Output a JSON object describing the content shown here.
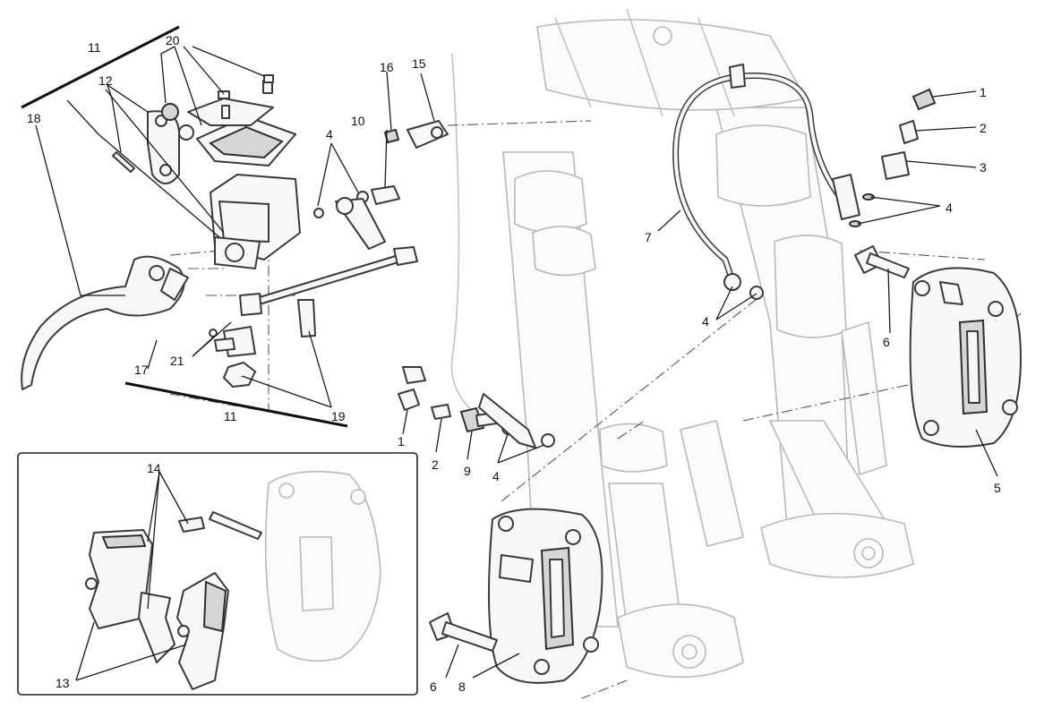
{
  "callouts": [
    {
      "id": "c11a",
      "text": "11"
    },
    {
      "id": "c20",
      "text": "20"
    },
    {
      "id": "c12",
      "text": "12"
    },
    {
      "id": "c18",
      "text": "18"
    },
    {
      "id": "c4a",
      "text": "4"
    },
    {
      "id": "c10",
      "text": "10"
    },
    {
      "id": "c16",
      "text": "16"
    },
    {
      "id": "c15",
      "text": "15"
    },
    {
      "id": "c17",
      "text": "17"
    },
    {
      "id": "c21",
      "text": "21"
    },
    {
      "id": "c11b",
      "text": "11"
    },
    {
      "id": "c19",
      "text": "19"
    },
    {
      "id": "c1a",
      "text": "1"
    },
    {
      "id": "c2a",
      "text": "2"
    },
    {
      "id": "c3",
      "text": "3"
    },
    {
      "id": "c4b",
      "text": "4"
    },
    {
      "id": "c7",
      "text": "7"
    },
    {
      "id": "c4c",
      "text": "4"
    },
    {
      "id": "c6a",
      "text": "6"
    },
    {
      "id": "c5",
      "text": "5"
    },
    {
      "id": "c1b",
      "text": "1"
    },
    {
      "id": "c2b",
      "text": "2"
    },
    {
      "id": "c9",
      "text": "9"
    },
    {
      "id": "c4d",
      "text": "4"
    },
    {
      "id": "c14",
      "text": "14"
    },
    {
      "id": "c13",
      "text": "13"
    },
    {
      "id": "c6b",
      "text": "6"
    },
    {
      "id": "c8",
      "text": "8"
    }
  ]
}
